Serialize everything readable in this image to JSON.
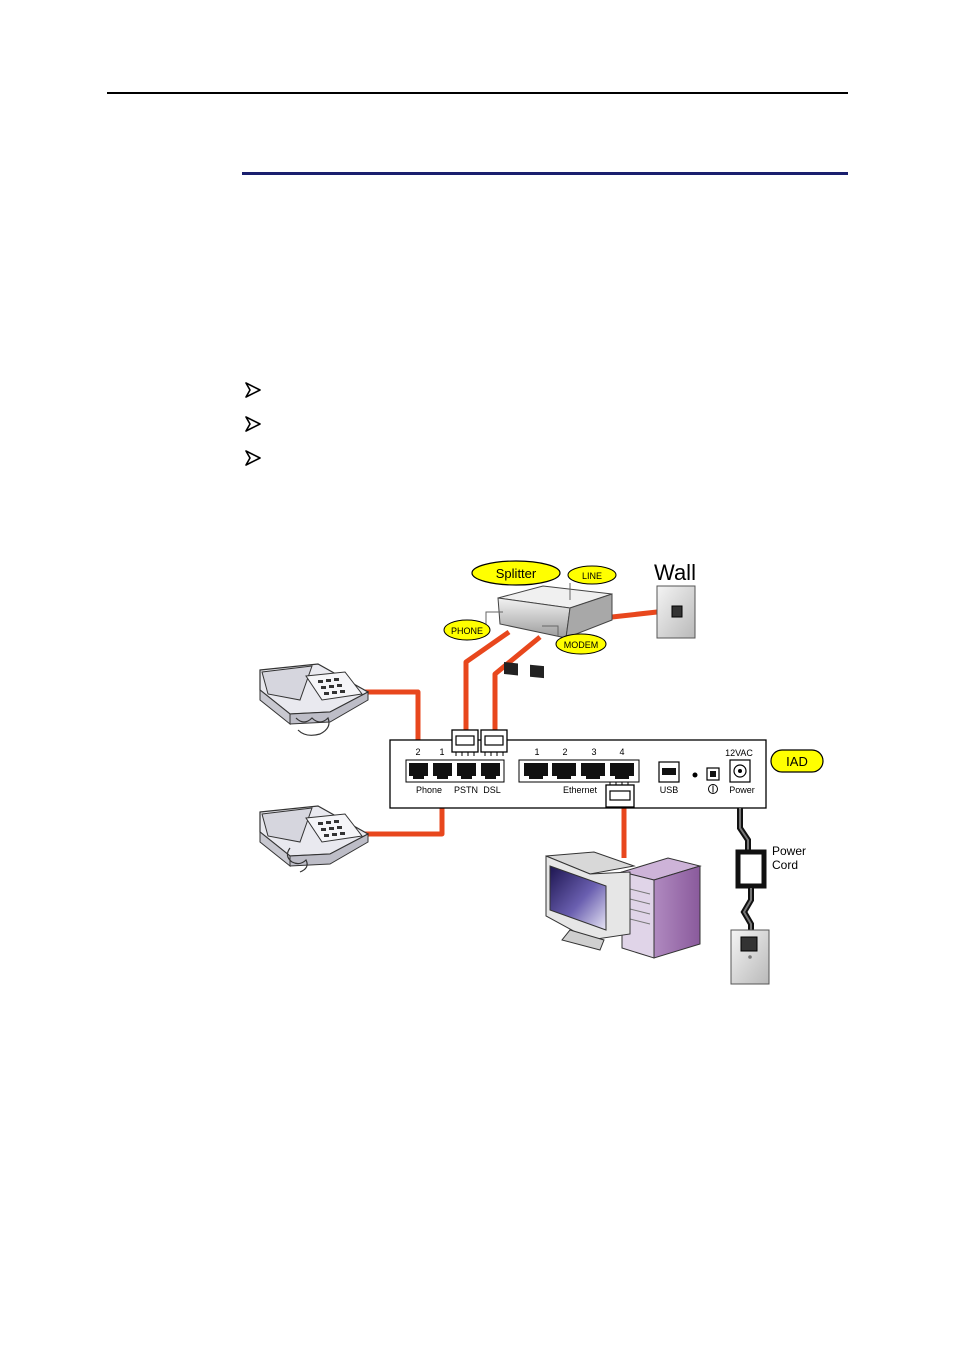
{
  "labels": {
    "splitter": "Splitter",
    "line": "LINE",
    "phone_port": "PHONE",
    "modem": "MODEM",
    "wall": "Wall",
    "iad": "IAD",
    "phone_num_2": "2",
    "phone_num_1": "1",
    "eth_1": "1",
    "eth_2": "2",
    "eth_3": "3",
    "eth_4": "4",
    "phone": "Phone",
    "pstn": "PSTN",
    "dsl": "DSL",
    "ethernet": "Ethernet",
    "usb": "USB",
    "vac": "12VAC",
    "power": "Power",
    "power_cord_1": "Power",
    "power_cord_2": "Cord"
  },
  "colors": {
    "cable": "#e8471d",
    "callout": "#ffff00",
    "rule": "#1a1f6e"
  }
}
